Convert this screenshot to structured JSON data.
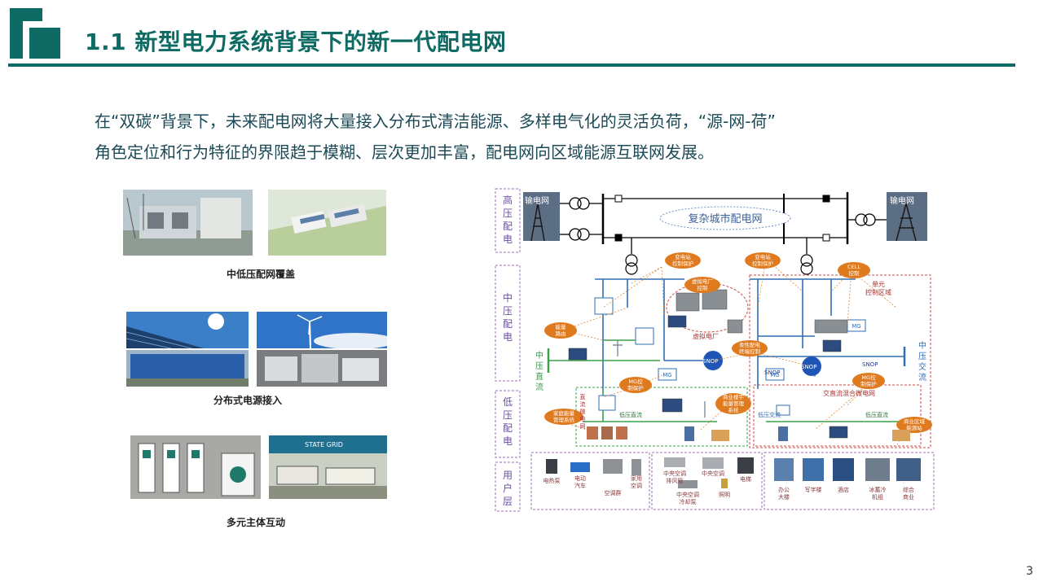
{
  "header": {
    "title": "1.1 新型电力系统背景下的新一代配电网"
  },
  "body": {
    "line1": "在“双碳”背景下，未来配电网将大量接入分布式清洁能源、多样电气化的灵活负荷，“源-网-荷”",
    "line2": "角色定位和行为特征的界限趋于模糊、层次更加丰富，配电网向区域能源互联网发展。"
  },
  "photos": {
    "caption1": "中低压配网覆盖",
    "caption2": "分布式电源接入",
    "caption3": "多元主体互动",
    "sign_text": "STATE GRID"
  },
  "diagram": {
    "side_labels": {
      "high": [
        "高",
        "压",
        "配",
        "电"
      ],
      "mid": [
        "中",
        "压",
        "配",
        "电"
      ],
      "low": [
        "低",
        "压",
        "配",
        "电"
      ],
      "user": [
        "用",
        "户",
        "层"
      ]
    },
    "grid_left": "输电网",
    "grid_right": "输电网",
    "city_grid": "复杂城市配电网",
    "tags": {
      "t1": [
        "变电站",
        "控制保护"
      ],
      "t2": [
        "虚拟电厂",
        "控制"
      ],
      "t3": [
        "变电站",
        "控制保护"
      ],
      "t4": [
        "CELL",
        "控制"
      ],
      "t5": [
        "能量",
        "路由"
      ],
      "t6": [
        "柔性配电",
        "终端控制"
      ],
      "t7": [
        "MG控",
        "制保护"
      ],
      "t8": [
        "MG控",
        "制保护"
      ],
      "t9": [
        "家庭能量",
        "管理系统"
      ],
      "t10": [
        "商业楼宇",
        "能量管理",
        "系统"
      ],
      "t11": [
        "商业区域",
        "能源站"
      ]
    },
    "labels": {
      "cell_region": [
        "单元",
        "控制区域"
      ],
      "vpp": "虚拟电厂",
      "mv_dc": [
        "中",
        "压",
        "直",
        "流"
      ],
      "mv_ac": [
        "中",
        "压",
        "交",
        "流"
      ],
      "dc_micro": [
        "直",
        "流",
        "微",
        "电",
        "网"
      ],
      "lv_dc": "低压直流",
      "lv_dc2": "低压直流",
      "lv_ac": "低压交流",
      "hybrid": "交直流混合微电网",
      "snop1": "SNOP",
      "snop2": "SNOP",
      "snop3": "SNOP",
      "snop4": "SNOP",
      "mg1": "MG",
      "mg2": "MG",
      "mg3": "MG"
    },
    "users": {
      "u1": "电热泵",
      "u2": [
        "电动",
        "汽车"
      ],
      "u3": "空调群",
      "u4": [
        "家用",
        "空调"
      ],
      "u5": [
        "中央空调",
        "排风管"
      ],
      "u6": "中央空调",
      "u7": "电梯",
      "u8": [
        "中央空调",
        "冷却泵"
      ],
      "u9": "照明",
      "u10": [
        "办公",
        "大楼"
      ],
      "u11": "写字楼",
      "u12": "酒店",
      "u13": [
        "冰蓄冷",
        "机组"
      ],
      "u14": [
        "综合",
        "商业"
      ]
    }
  },
  "page_number": "3",
  "colors": {
    "brand": "#0e6b64",
    "tag_orange": "#e07a1f",
    "line_blue": "#2f6fb5",
    "line_green": "#3aa04a",
    "boundary_purple": "#9a6fb0",
    "boundary_red": "#d04a4a"
  }
}
